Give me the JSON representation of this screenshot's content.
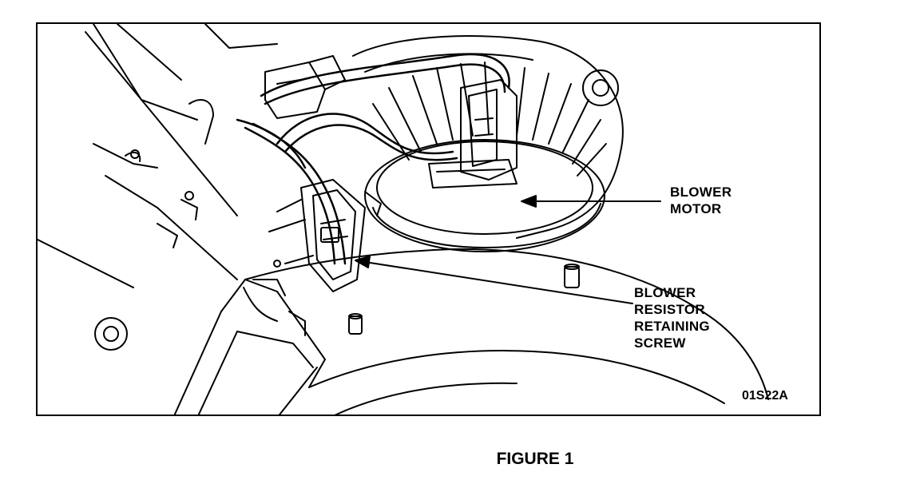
{
  "figure": {
    "callouts": {
      "blower_motor": [
        "BLOWER",
        "MOTOR"
      ],
      "blower_resistor": [
        "BLOWER",
        "RESISTOR",
        "RETAINING",
        "SCREW"
      ]
    },
    "figure_id": "01S22A",
    "caption": "FIGURE 1"
  }
}
